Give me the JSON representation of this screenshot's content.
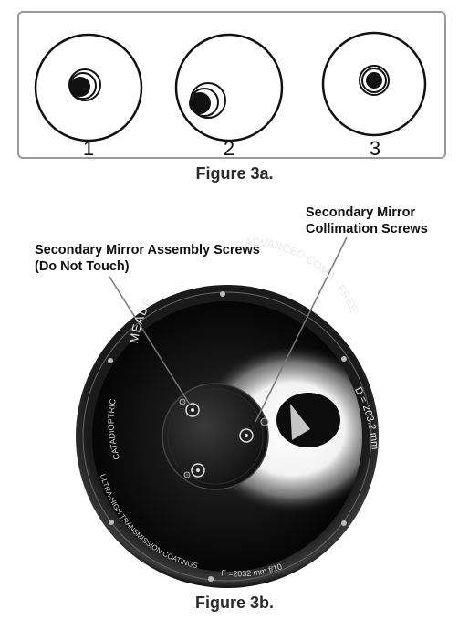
{
  "figure_3a": {
    "caption": "Figure 3a.",
    "diagrams": [
      {
        "number": "1"
      },
      {
        "number": "2"
      },
      {
        "number": "3"
      }
    ]
  },
  "figure_3b": {
    "caption": "Figure 3b.",
    "callout_assembly": {
      "line1": "Secondary Mirror Assembly Screws",
      "line2": "(Do Not Touch)"
    },
    "callout_collimation": {
      "line1": "Secondary Mirror",
      "line2": "Collimation Screws"
    },
    "telescope_markings": {
      "brand": "MEADE",
      "model": "ADVANCED COMA - FREE",
      "type": "CATADIOPTRIC",
      "coatings": "ULTRA-HIGH TRANSMISSION COATINGS",
      "focal": "F =2032 mm f/10",
      "diameter": "D = 203.2 mm"
    }
  }
}
